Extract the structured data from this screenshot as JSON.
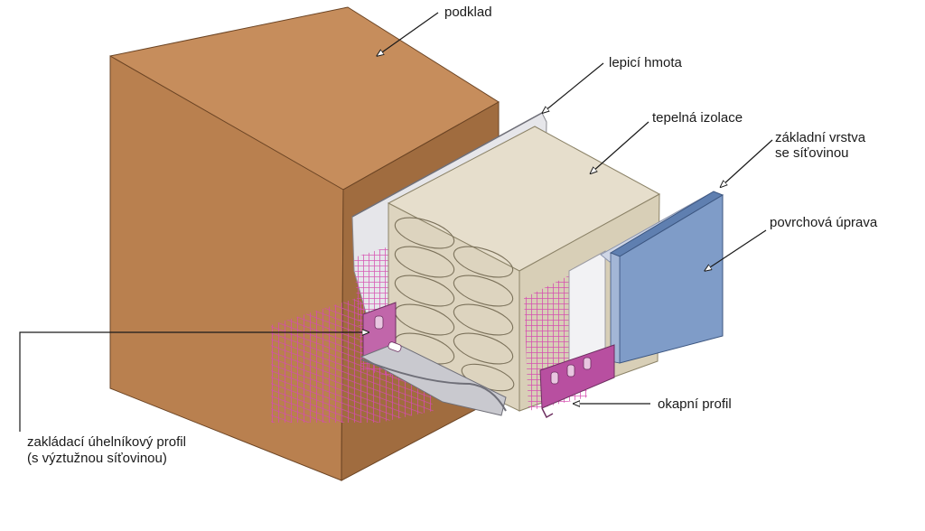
{
  "colors": {
    "substrate_top": "#c68d5c",
    "substrate_front": "#b9804f",
    "substrate_side": "#a06c3f",
    "adhesive": "#e6e6ea",
    "insulation_top": "#e6decc",
    "insulation_front": "#ddd4bf",
    "insulation_side": "#c9bfa6",
    "mesh": "#d64bb0",
    "finish": "#7f9cc8",
    "finish_edge": "#5f7fb0",
    "profile": "#b84fa0",
    "leader": "#1a1a1a"
  },
  "labels": {
    "substrate": "podklad",
    "adhesive": "lepicí hmota",
    "insulation": "tepelná izolace",
    "base_coat_line1": "základní vrstva",
    "base_coat_line2": "se síťovinou",
    "finish": "povrchová úprava",
    "drip_profile": "okapní profil",
    "starter_profile_line1": "zakládací úhelníkový profil",
    "starter_profile_line2": "(s výztužnou síťovinou)"
  }
}
